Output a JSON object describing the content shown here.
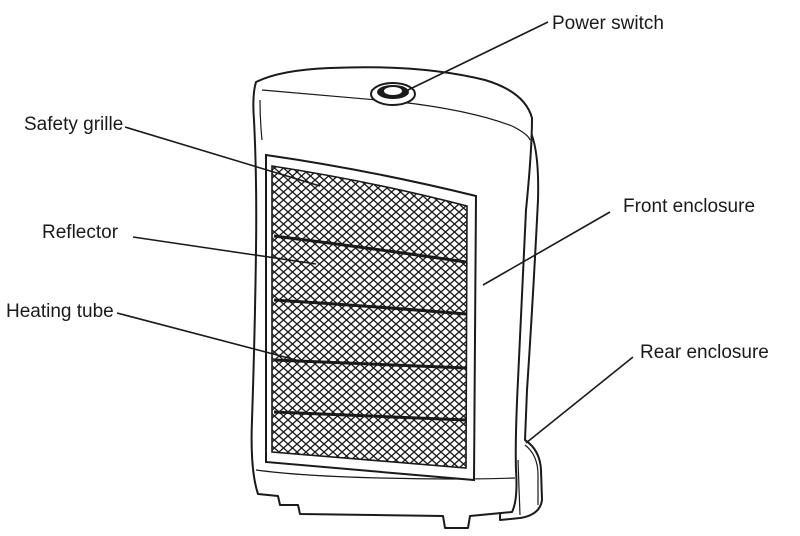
{
  "labels": {
    "power_switch": "Power switch",
    "safety_grille": "Safety grille",
    "reflector": "Reflector",
    "heating_tube": "Heating tube",
    "front_enclosure": "Front enclosure",
    "rear_enclosure": "Rear enclosure"
  }
}
